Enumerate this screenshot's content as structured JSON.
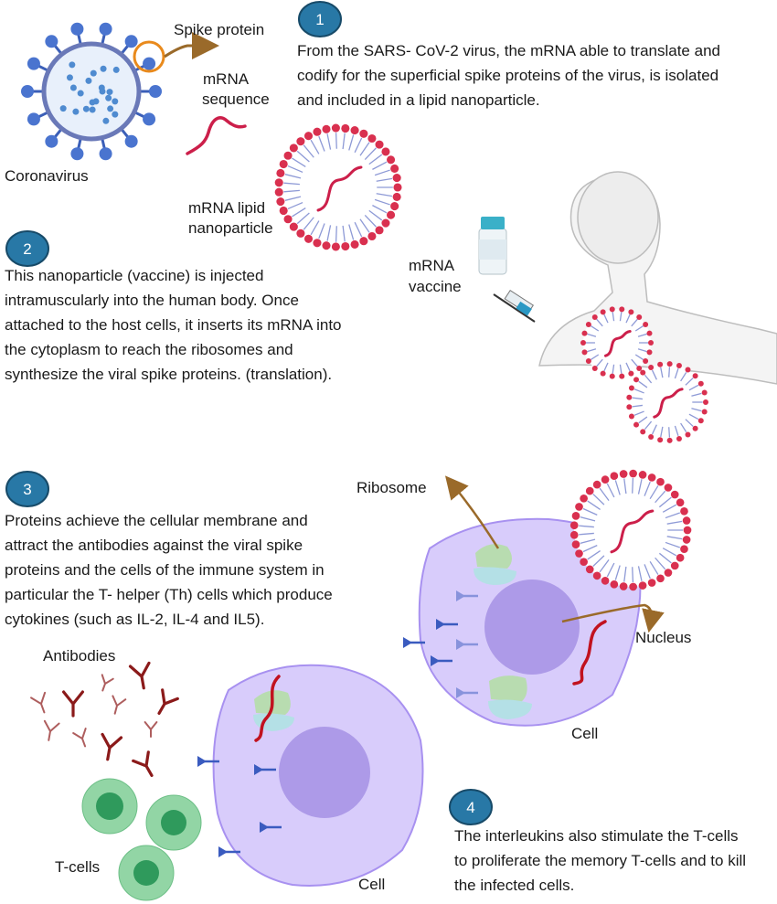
{
  "labels": {
    "spike_protein": "Spike protein",
    "mrna_sequence": [
      "mRNA",
      "sequence"
    ],
    "coronavirus": "Coronavirus",
    "lipid_nanoparticle": [
      "mRNA lipid",
      "nanoparticle"
    ],
    "mrna_vaccine": [
      "mRNA",
      "vaccine"
    ],
    "ribosome": "Ribosome",
    "nucleus": "Nucleus",
    "cell_right": "Cell",
    "cell_left": "Cell",
    "antibodies": "Antibodies",
    "t_cells": "T-cells"
  },
  "steps": [
    {
      "number": "1",
      "lines": [
        "From the SARS- CoV-2 virus, the mRNA able to translate and",
        "codify for the superficial spike proteins of the virus, is isolated",
        "and included in a lipid nanoparticle."
      ]
    },
    {
      "number": "2",
      "lines": [
        "This nanoparticle (vaccine) is injected",
        "intramuscularly into the human body. Once",
        "attached to the host cells, it inserts its mRNA into",
        "the cytoplasm to reach the ribosomes and",
        "synthesize the viral spike proteins. (translation)."
      ]
    },
    {
      "number": "3",
      "lines": [
        "Proteins achieve the cellular membrane and",
        "attract the antibodies against the viral spike",
        "proteins and the cells of the immune system in",
        "particular the T- helper (Th) cells which produce",
        "cytokines (such as IL-2, IL-4 and IL5)."
      ]
    },
    {
      "number": "4",
      "lines": [
        "The interleukins also stimulate the T-cells",
        "to proliferate the memory T-cells and to kill",
        "the infected cells."
      ]
    }
  ],
  "colors": {
    "badge": "#2878a6",
    "lipid_head": "#d9304f",
    "lipid_tail": "#8e9ad6",
    "mrna": "#cc1f4a",
    "cell": "#d8ccfb",
    "cell_border": "#a891f0",
    "nucleus": "#ad9ae8",
    "arrow": "#9a6a2a",
    "antibody": "#8b1a1a",
    "tcell": "#92d5a5",
    "tcell_core": "#2f9a5c"
  }
}
